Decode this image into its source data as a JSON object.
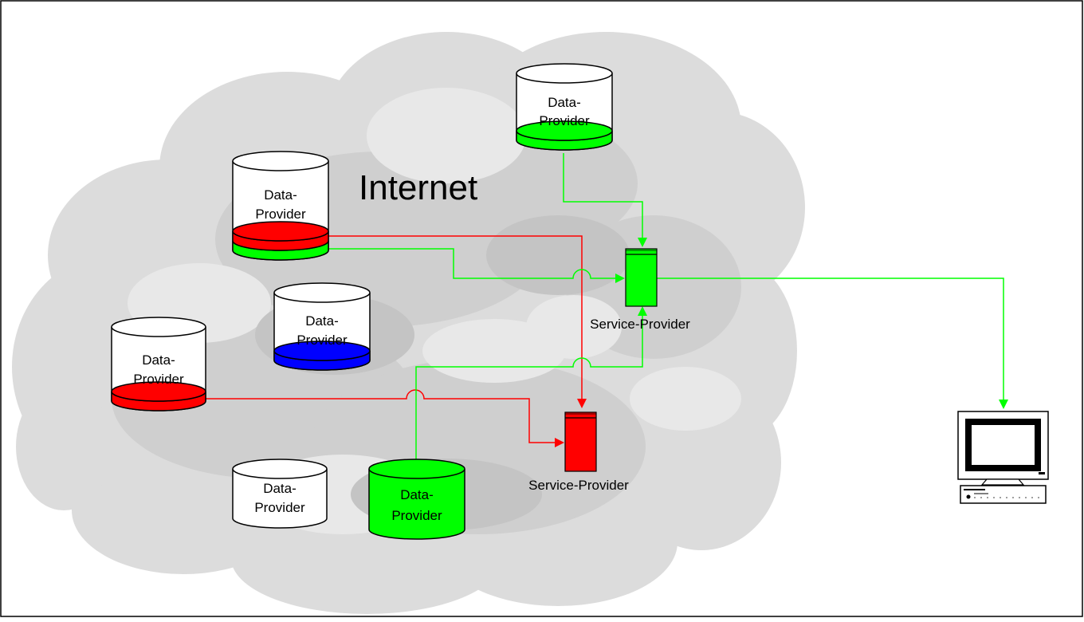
{
  "diagram": {
    "title": "Internet",
    "data_provider_label_line1": "Data-",
    "data_provider_label_line2": "Provider",
    "service_provider_label": "Service-Provider",
    "data_providers": [
      {
        "id": "dp-top",
        "bands": [
          "green"
        ]
      },
      {
        "id": "dp-upper-left",
        "bands": [
          "red",
          "green"
        ]
      },
      {
        "id": "dp-middle",
        "bands": [
          "blue"
        ]
      },
      {
        "id": "dp-left",
        "bands": [
          "red"
        ]
      },
      {
        "id": "dp-bottom-white",
        "bands": []
      },
      {
        "id": "dp-bottom-green",
        "fill": "green"
      }
    ],
    "service_providers": [
      {
        "id": "sp-green",
        "color": "green"
      },
      {
        "id": "sp-red",
        "color": "red"
      }
    ],
    "client": {
      "icon": "desktop-computer-icon"
    },
    "colors": {
      "green": "#00ff00",
      "red": "#ff0000",
      "blue": "#0000ff",
      "cloud": "#d9d9d9",
      "outline": "#000000"
    }
  }
}
